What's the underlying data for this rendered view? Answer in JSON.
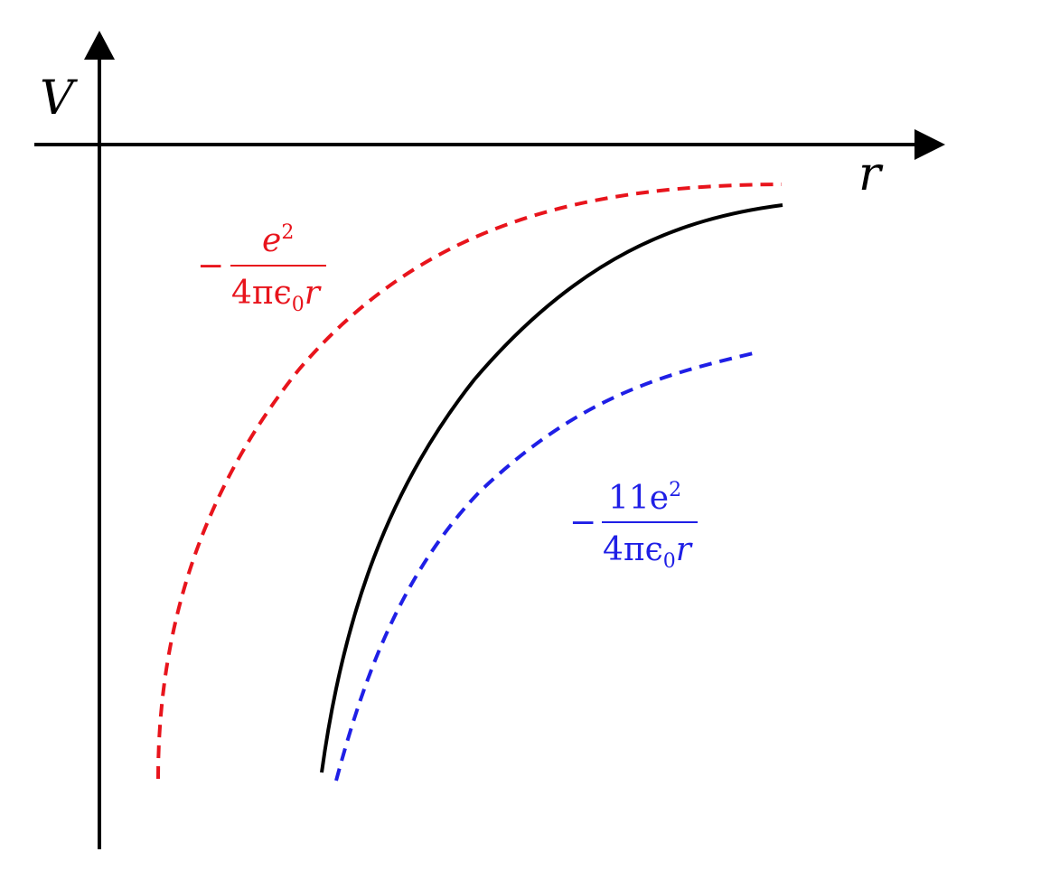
{
  "axes": {
    "y_label": "V",
    "x_label": "r",
    "color": "#000000"
  },
  "curves": {
    "total": {
      "style": "solid",
      "color": "#000000"
    },
    "attractive": {
      "style": "dashed",
      "color": "#e8141c"
    },
    "repulsive_scaled": {
      "style": "dashed",
      "color": "#1f1fe6"
    }
  },
  "labels": {
    "red": {
      "sign": "−",
      "numerator": "e",
      "numerator_sup": "2",
      "denominator_main": "4πϵ",
      "denominator_sub": "0",
      "denominator_tail": "r",
      "color": "#e8141c"
    },
    "blue": {
      "sign": "−",
      "numerator": "11e",
      "numerator_sup": "2",
      "denominator_main": "4πϵ",
      "denominator_sub": "0",
      "denominator_tail": "r",
      "color": "#1f1fe6"
    }
  }
}
